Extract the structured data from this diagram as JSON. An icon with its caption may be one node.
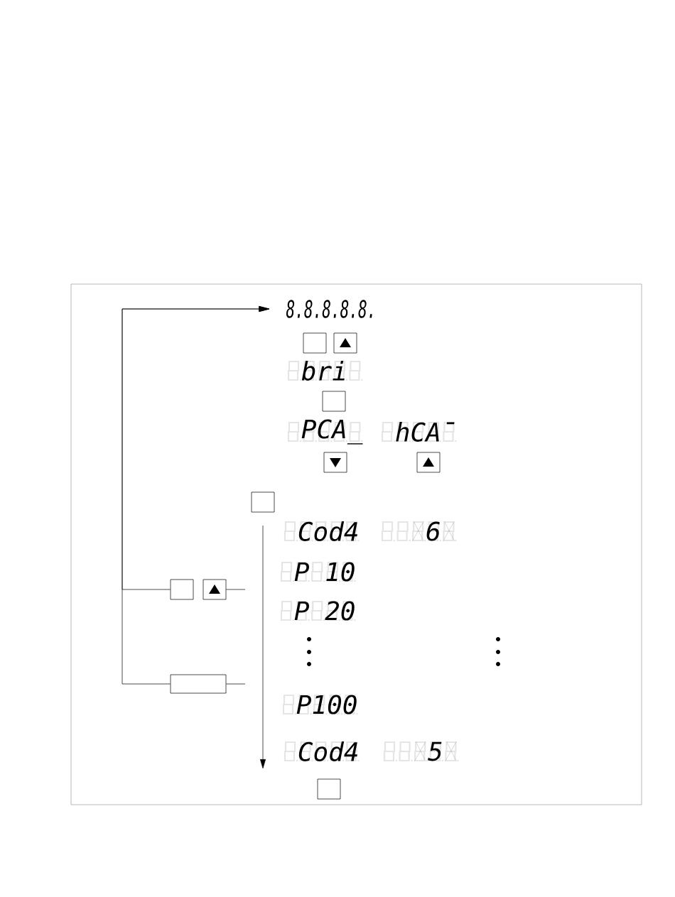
{
  "diagram": {
    "nodes": [
      {
        "text": [
          "8.8.8.8.8."
        ]
      },
      {
        "text": [],
        "shape": "box"
      },
      {
        "text": [],
        "shape": "box"
      },
      {
        "text": [],
        "shape": "box"
      },
      {
        "text": [],
        "shape": "box"
      },
      {
        "text": [],
        "shape": "box"
      },
      {
        "text": [],
        "shape": "box"
      },
      {
        "text": [],
        "shape": "box"
      },
      {
        "text": [],
        "shape": "box"
      },
      {
        "text": [],
        "shape": "box"
      },
      {
        "text": [],
        "shape": "box"
      }
    ],
    "edges": [
      {
        "from": 7,
        "to": 0,
        "arrow": "to"
      },
      {
        "from": 9,
        "to": 0,
        "arrow": "to"
      },
      {
        "from": null,
        "to": 8,
        "arrow": "none"
      },
      {
        "from": null,
        "to": 9,
        "arrow": "none"
      }
    ],
    "labels": [
      "bri",
      "PCA_",
      "hCA¯",
      "Cod4",
      "6",
      "P 10",
      "P 20",
      "P100",
      "Cod4",
      "5"
    ]
  }
}
